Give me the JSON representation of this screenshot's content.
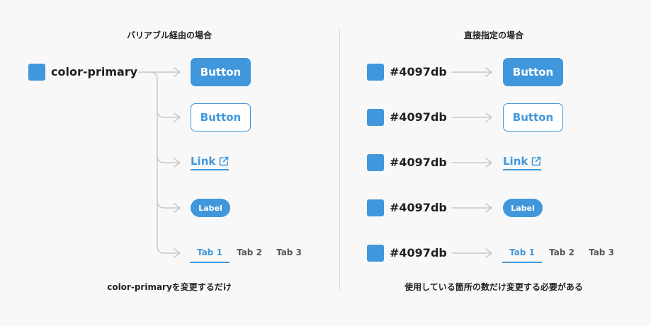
{
  "colors": {
    "primary": "#4097db",
    "line": "#c8c8c8"
  },
  "left": {
    "heading": "バリアブル経由の場合",
    "token_label": "color-primary",
    "caption": "color-primaryを変更するだけ"
  },
  "right": {
    "heading": "直接指定の場合",
    "hex_labels": [
      "#4097db",
      "#4097db",
      "#4097db",
      "#4097db",
      "#4097db"
    ],
    "caption": "使用している箇所の数だけ変更する必要がある"
  },
  "components": {
    "button_filled": "Button",
    "button_outline": "Button",
    "link": "Link",
    "link_icon": "external-link-icon",
    "label": "Label",
    "tabs": [
      "Tab 1",
      "Tab 2",
      "Tab 3"
    ],
    "active_tab": "Tab 1"
  }
}
